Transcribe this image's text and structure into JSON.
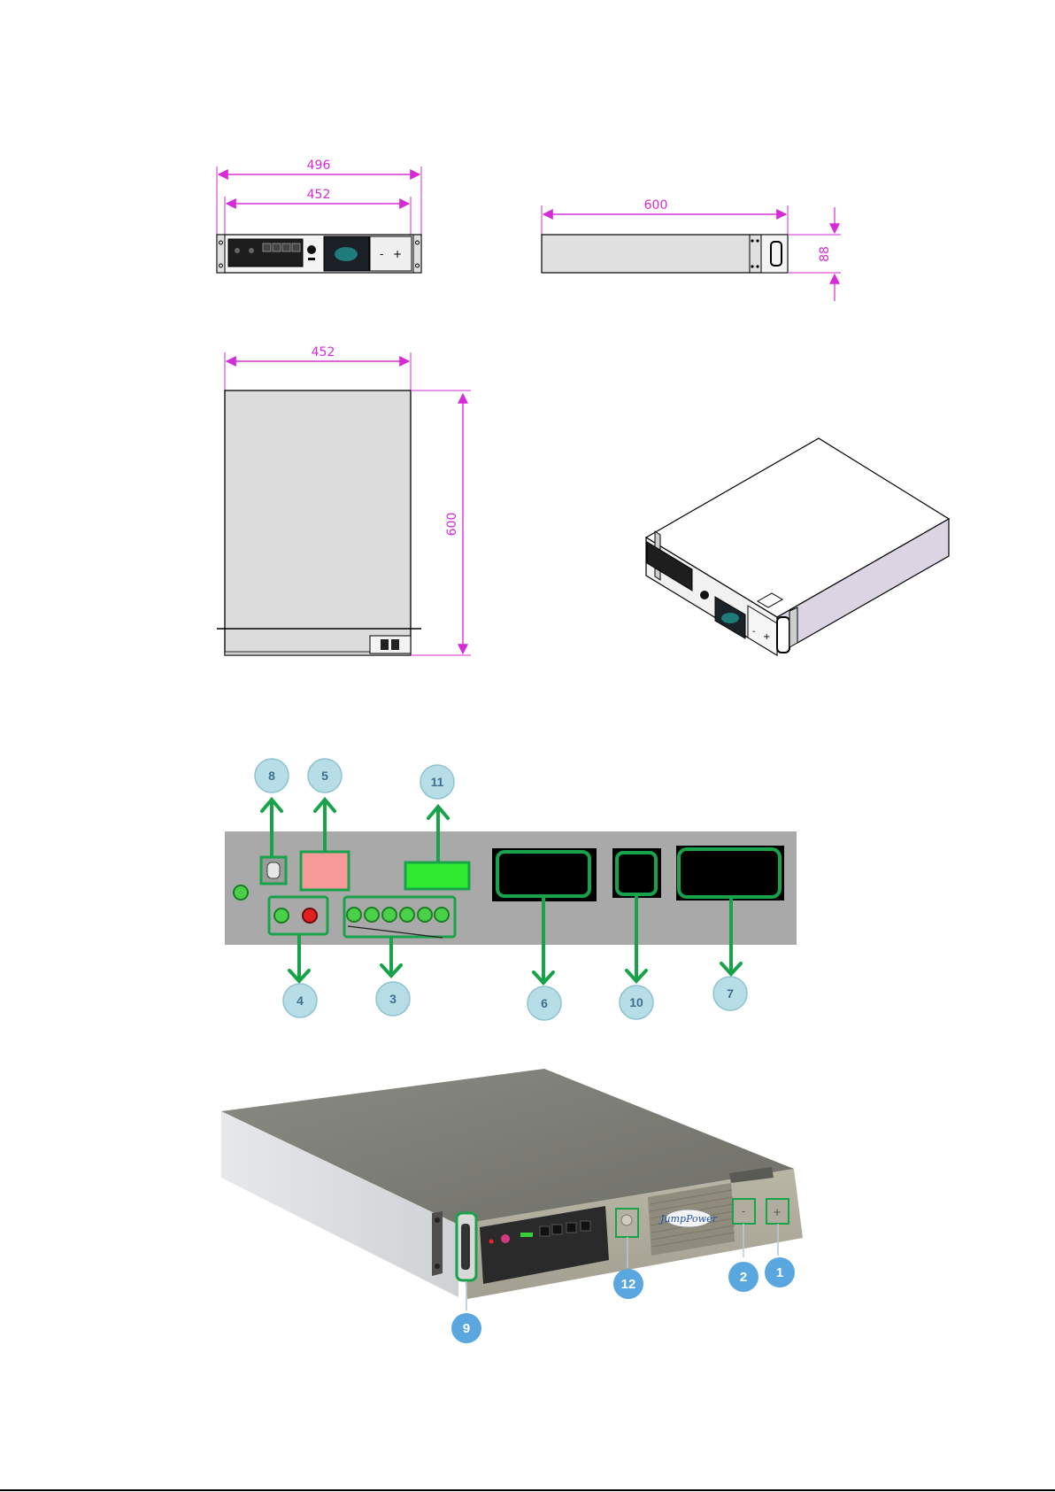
{
  "dimensions": {
    "front_overall_width": "496",
    "front_mount_width": "452",
    "side_depth": "600",
    "side_height": "88",
    "top_width": "452",
    "top_depth": "600"
  },
  "front_panel_callouts": [
    "8",
    "5",
    "11",
    "4",
    "3",
    "6",
    "10",
    "7"
  ],
  "photo_callouts": [
    "2",
    "1",
    "12",
    "9"
  ],
  "front_view": {
    "minus_label": "-",
    "plus_label": "+"
  },
  "iso_view": {
    "minus_label": "-",
    "plus_label": "+"
  },
  "photo": {
    "minus_label": "-",
    "plus_label": "+",
    "logo_text": "JumpPower"
  },
  "colors": {
    "dimension": "#d62ad6",
    "callout_arrow": "#18a34a",
    "callout_bubble_light": "#b7dde6",
    "callout_bubble_blue": "#5aa7e0",
    "panel_grey": "#a9a9a9"
  }
}
